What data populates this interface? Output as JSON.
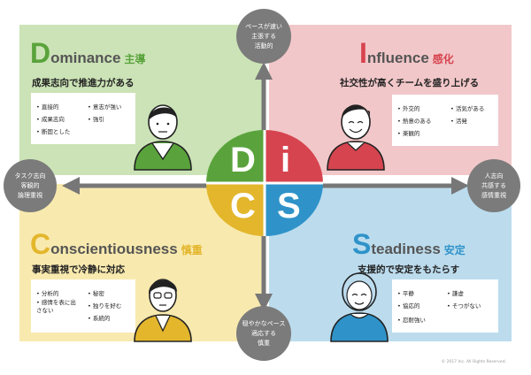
{
  "colors": {
    "dominance": "#5aa33c",
    "influence": "#d6444f",
    "conscientiousness": "#e3b62c",
    "steadiness": "#2f93c9",
    "arrow": "#777777"
  },
  "dominance": {
    "initial": "D",
    "rest": "ominance",
    "jp": "主導",
    "subtitle": "成果志向で推進力がある",
    "keywords_left": [
      "直接的",
      "成果志向",
      "断固とした"
    ],
    "keywords_right": [
      "意志が強い",
      "強引"
    ]
  },
  "influence": {
    "initial": "I",
    "rest": "nfluence",
    "jp": "感化",
    "subtitle": "社交性が高くチームを盛り上げる",
    "keywords_left": [
      "外交的",
      "熱意のある",
      "楽観的"
    ],
    "keywords_right": [
      "活気がある",
      "活発"
    ]
  },
  "conscientiousness": {
    "initial": "C",
    "rest": "onscientiousness",
    "jp": "慎重",
    "subtitle": "事実重視で冷静に対応",
    "keywords_left": [
      "分析的",
      "感情を表に出さない"
    ],
    "keywords_right": [
      "秘密",
      "独りを好む",
      "系統的"
    ]
  },
  "steadiness": {
    "initial": "S",
    "rest": "teadiness",
    "jp": "安定",
    "subtitle": "支援的で安定をもたらす",
    "keywords_left": [
      "平静",
      "協応的",
      "忍耐強い"
    ],
    "keywords_right": [
      "謙虚",
      "そつがない"
    ]
  },
  "axes": {
    "top": [
      "ペースが速い",
      "主張する",
      "活動的"
    ],
    "bottom": [
      "穏やかなペース",
      "適応する",
      "慎重"
    ],
    "left": [
      "タスク志向",
      "客観的",
      "論理重視"
    ],
    "right": [
      "人志向",
      "共感する",
      "感情重視"
    ]
  },
  "center": {
    "d": "D",
    "i": "i",
    "c": "C",
    "s": "S"
  },
  "copyright": "© 2017 Inc. All Rights Reserved."
}
